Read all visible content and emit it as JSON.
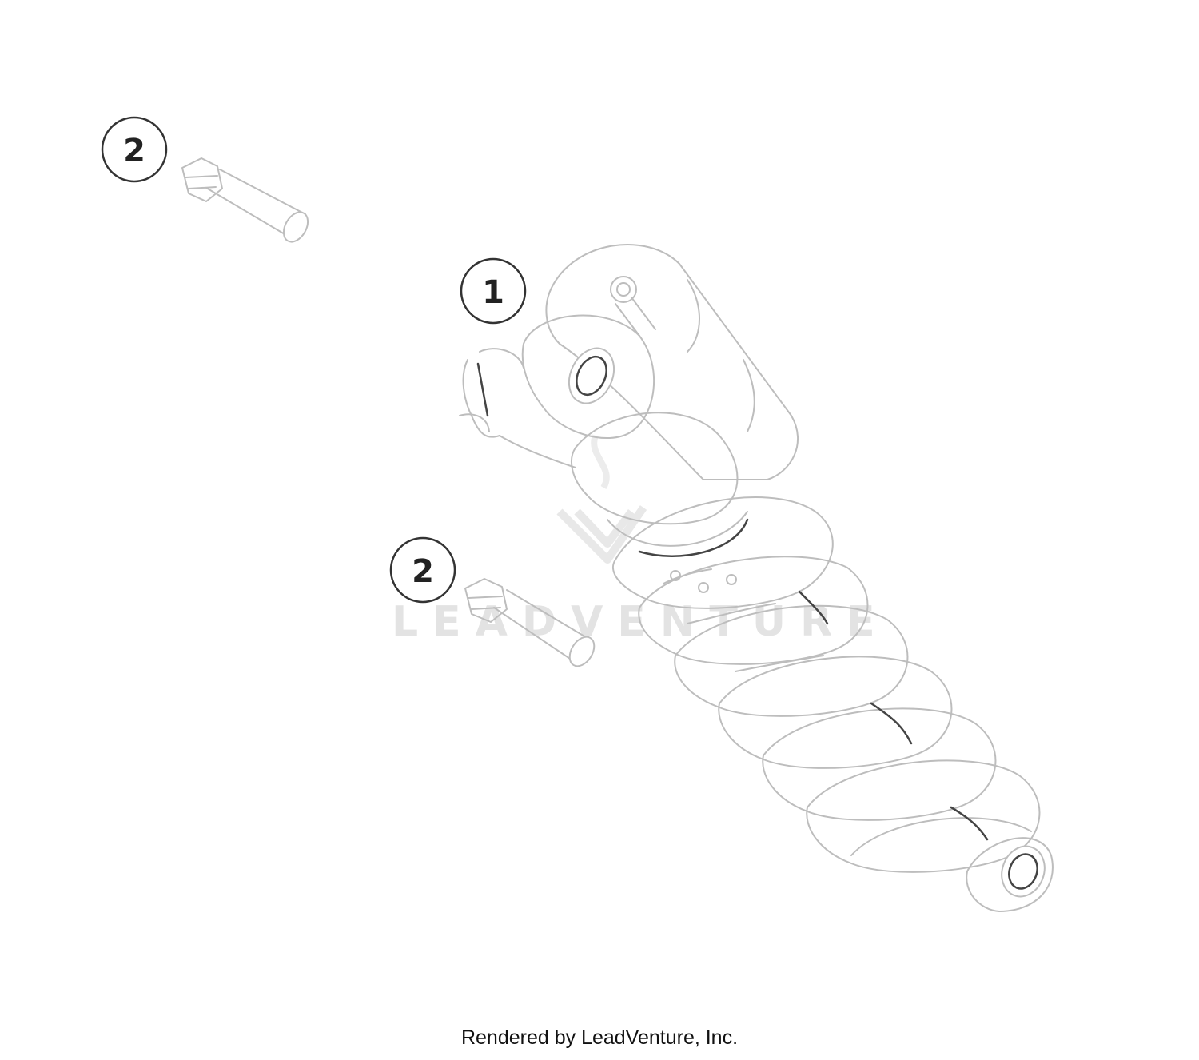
{
  "callouts": [
    {
      "number": "1",
      "part": "shock-absorber"
    },
    {
      "number": "2",
      "part": "bolt-upper"
    },
    {
      "number": "2",
      "part": "bolt-lower"
    }
  ],
  "watermark": {
    "text": "LEADVENTURE"
  },
  "footer": {
    "text": "Rendered by LeadVenture, Inc."
  }
}
